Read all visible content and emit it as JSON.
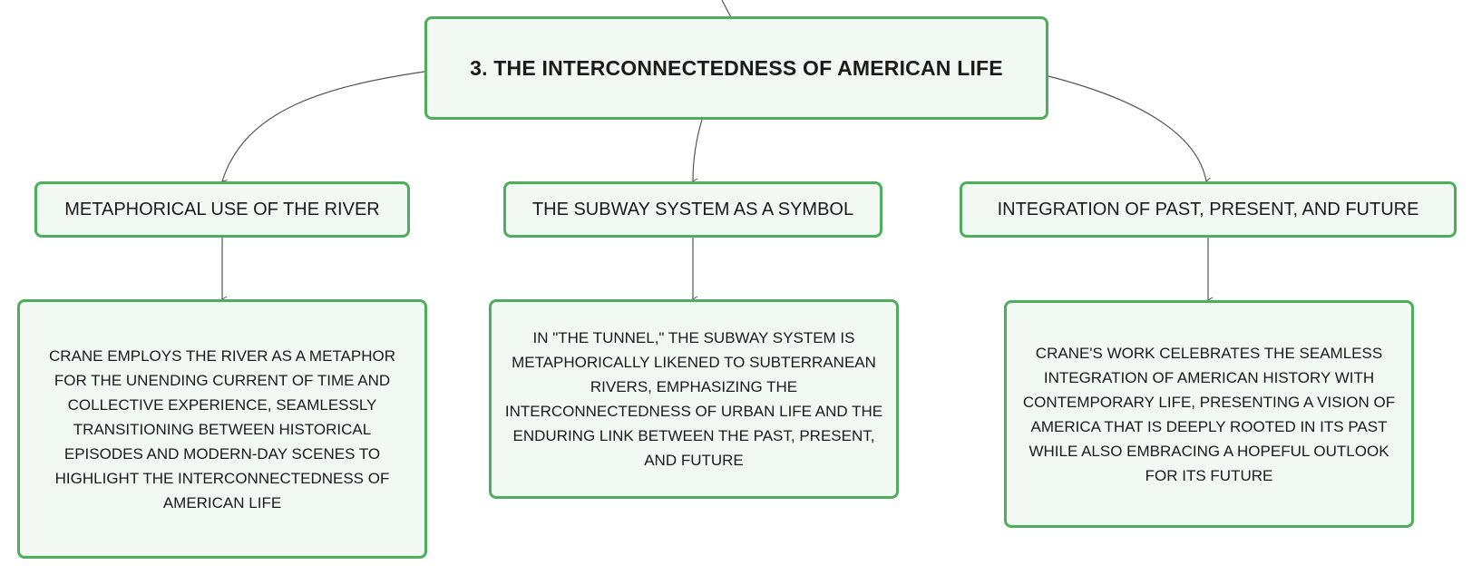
{
  "root": {
    "label": "3. THE INTERCONNECTEDNESS OF AMERICAN LIFE"
  },
  "branches": [
    {
      "topic": "METAPHORICAL USE OF THE RIVER",
      "detail": "CRANE EMPLOYS THE RIVER AS A METAPHOR FOR THE UNENDING CURRENT OF TIME AND COLLECTIVE EXPERIENCE, SEAMLESSLY TRANSITIONING BETWEEN HISTORICAL EPISODES AND MODERN-DAY SCENES TO HIGHLIGHT THE INTERCONNECTEDNESS OF AMERICAN LIFE"
    },
    {
      "topic": "THE SUBWAY SYSTEM AS A SYMBOL",
      "detail": "IN \"THE TUNNEL,\" THE SUBWAY SYSTEM IS METAPHORICALLY LIKENED TO SUBTERRANEAN RIVERS, EMPHASIZING THE INTERCONNECTEDNESS OF URBAN LIFE AND THE ENDURING LINK BETWEEN THE PAST, PRESENT, AND FUTURE"
    },
    {
      "topic": "INTEGRATION OF PAST, PRESENT, AND FUTURE",
      "detail": "CRANE'S WORK CELEBRATES THE SEAMLESS INTEGRATION OF AMERICAN HISTORY WITH CONTEMPORARY LIFE, PRESENTING A VISION OF AMERICA THAT IS DEEPLY ROOTED IN ITS PAST WHILE ALSO EMBRACING A HOPEFUL OUTLOOK FOR ITS FUTURE"
    }
  ],
  "colors": {
    "node_border": "#4caf5c",
    "node_fill": "#f2f9f3",
    "connector": "#555555",
    "text": "#1a1a1a"
  }
}
